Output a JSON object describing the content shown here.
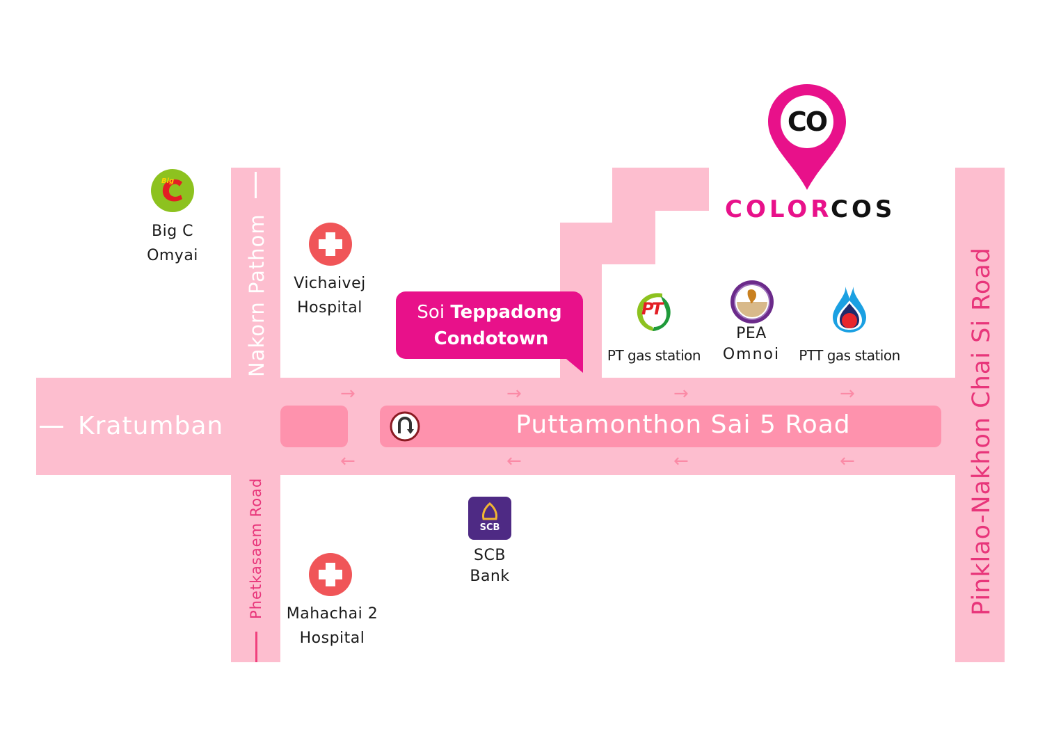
{
  "brand": {
    "name_part1": "COLOR",
    "name_part2": "COS",
    "pin_monogram": "CO",
    "colors": {
      "primary": "#e8118a",
      "dark": "#111111",
      "road": "#fdbecf",
      "median": "#fe92ad",
      "road_text_vertical": "#e8357a"
    }
  },
  "callout": {
    "prefix": "Soi ",
    "bold": "Teppadong",
    "line2": "Condotown"
  },
  "roads": {
    "main": "Puttamonthon Sai 5 Road",
    "left": "Kratumban",
    "north_vertical": "Nakorn Pathom",
    "south_vertical": "Phetkasaem Road",
    "right_vertical": "Pinklao-Nakhon Chai Si Road"
  },
  "places": {
    "bigc": {
      "line1": "Big C",
      "line2": "Omyai",
      "icon": "bigc-logo-icon",
      "icon_text": "Big"
    },
    "vichaivej": {
      "line1": "Vichaivej",
      "line2": "Hospital",
      "icon": "hospital-cross-icon"
    },
    "pt": {
      "label": "PT gas station",
      "icon": "pt-logo-icon",
      "icon_text": "PT"
    },
    "pea": {
      "line1": "PEA",
      "line2": "Omnoi",
      "icon": "pea-seal-icon"
    },
    "ptt": {
      "label": "PTT gas station",
      "icon": "ptt-drop-icon"
    },
    "scb": {
      "line1": "SCB",
      "line2": "Bank",
      "icon": "scb-logo-icon",
      "icon_text": "SCB"
    },
    "mahachai": {
      "line1": "Mahachai 2",
      "line2": "Hospital",
      "icon": "hospital-cross-icon"
    }
  },
  "signs": {
    "uturn": "u-turn-icon"
  },
  "arrows": {
    "east": "→",
    "west": "←"
  }
}
